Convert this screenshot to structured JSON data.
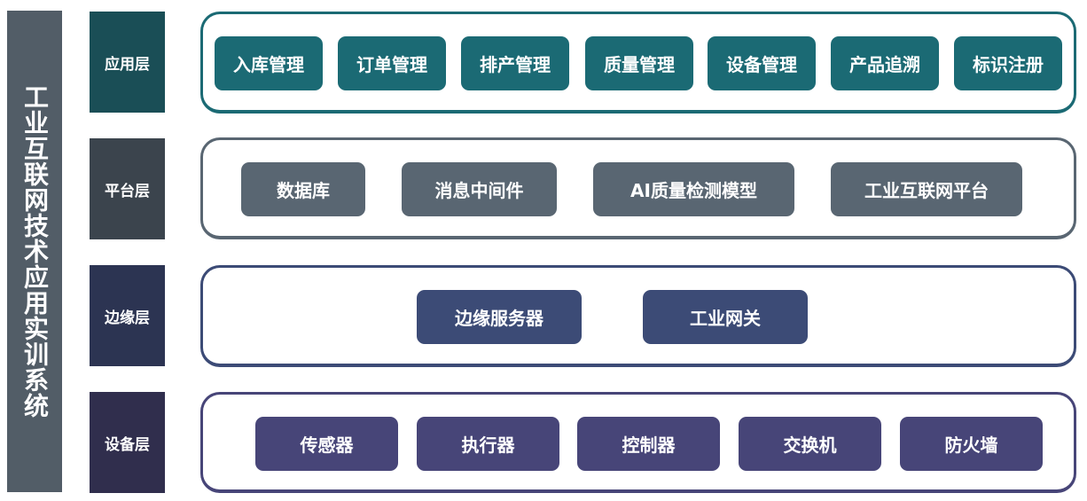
{
  "title": "工业互联网技术应用实训系统",
  "colors": {
    "title_bg": "#525d67",
    "app": "#1b6a74",
    "app_label": "#1a4e56",
    "platform": "#596672",
    "platform_label": "#3b444d",
    "edge": "#3c4b76",
    "edge_label": "#2c3452",
    "device": "#474578",
    "device_label": "#302e4d"
  },
  "layers": {
    "application": {
      "label": "应用层",
      "items": [
        "入库管理",
        "订单管理",
        "排产管理",
        "质量管理",
        "设备管理",
        "产品追溯",
        "标识注册"
      ]
    },
    "platform": {
      "label": "平台层",
      "items": [
        "数据库",
        "消息中间件",
        "AI质量检测模型",
        "工业互联网平台"
      ]
    },
    "edge": {
      "label": "边缘层",
      "items": [
        "边缘服务器",
        "工业网关"
      ]
    },
    "device": {
      "label": "设备层",
      "items": [
        "传感器",
        "执行器",
        "控制器",
        "交换机",
        "防火墙"
      ]
    }
  }
}
